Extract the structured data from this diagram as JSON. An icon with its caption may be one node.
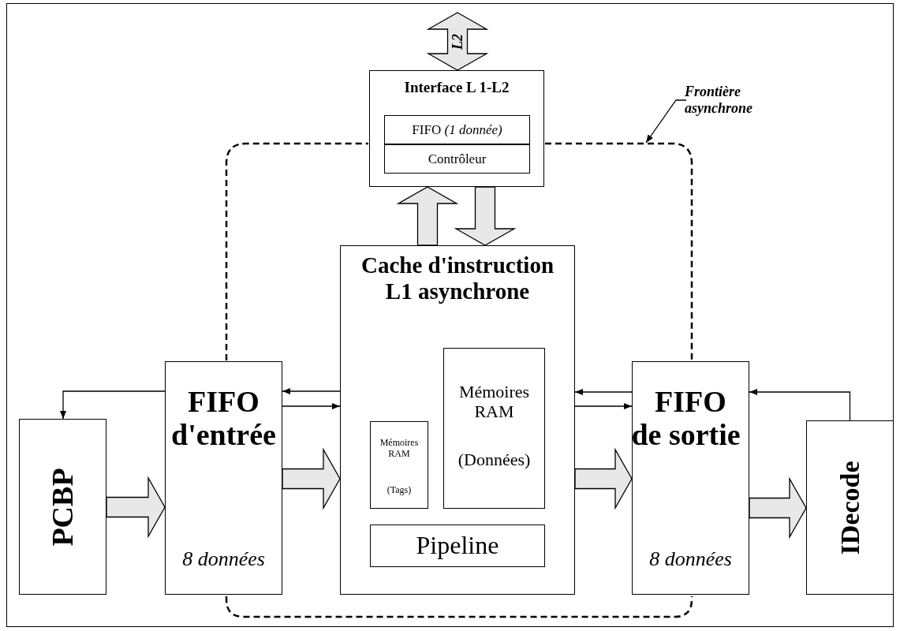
{
  "diagram": {
    "nodes": [
      {
        "text": [
          "Interface L 1-L2"
        ]
      },
      {
        "text": [
          "FIFO *(1 donnée)*"
        ],
        "in": 0
      },
      {
        "text": [
          "Contrôleur"
        ],
        "in": 0
      },
      {
        "text": [
          "Cache d'instruction L1 asynchrone"
        ]
      },
      {
        "text": [
          "Mémoires RAM",
          "(Tags)"
        ],
        "in": 3
      },
      {
        "text": [
          "Mémoires RAM",
          "(Données)"
        ],
        "in": 3
      },
      {
        "text": [
          "Pipeline"
        ],
        "in": 3
      },
      {
        "text": [
          "FIFO d'entrée",
          "8 données"
        ]
      },
      {
        "text": [
          "PCBP"
        ]
      },
      {
        "text": [
          "FIFO de sortie",
          "8 données"
        ]
      },
      {
        "text": [
          "IDecode"
        ]
      },
      {
        "text": [
          "Frontière asynchrone"
        ]
      }
    ],
    "edges": [
      {
        "from": 8,
        "to": 7,
        "arrow": "to",
        "style": "thick"
      },
      {
        "from": 7,
        "to": 3,
        "arrow": "to",
        "style": "thick"
      },
      {
        "from": 3,
        "to": 9,
        "arrow": "to",
        "style": "thick"
      },
      {
        "from": 9,
        "to": 10,
        "arrow": "to",
        "style": "thick"
      },
      {
        "from": 3,
        "to": 0,
        "arrow": "to",
        "style": "thick"
      },
      {
        "from": 0,
        "to": 3,
        "arrow": "to",
        "style": "thick"
      },
      {
        "from": null,
        "to": 0,
        "arrow": "both",
        "label": "L2",
        "style": "thick"
      },
      {
        "from": 7,
        "to": 8,
        "arrow": "to"
      },
      {
        "from": 3,
        "to": 7,
        "arrow": "to"
      },
      {
        "from": 7,
        "to": 3,
        "arrow": "to"
      },
      {
        "from": 9,
        "to": 3,
        "arrow": "to"
      },
      {
        "from": 3,
        "to": 9,
        "arrow": "to"
      },
      {
        "from": 10,
        "to": 9,
        "arrow": "to"
      },
      {
        "from": 11,
        "to": null,
        "arrow": "to"
      }
    ]
  }
}
